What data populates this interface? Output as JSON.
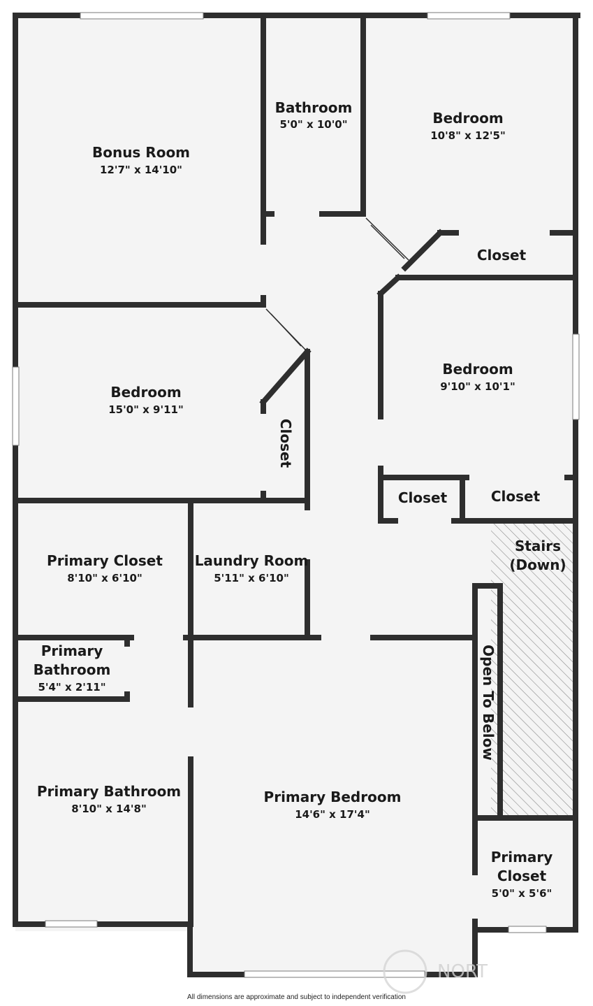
{
  "colors": {
    "wall": "#2e2e2e",
    "floor": "#f4f4f4",
    "window": "#ffffff",
    "hatch": "#8a8a8a",
    "watermark": "#d0d0d0"
  },
  "rooms": [
    {
      "id": "bonus-room",
      "name": [
        "Bonus Room"
      ],
      "dims": "12'7\" x 14'10\""
    },
    {
      "id": "bathroom-upper",
      "name": [
        "Bathroom"
      ],
      "dims": "5'0\" x 10'0\""
    },
    {
      "id": "bedroom-upper-right",
      "name": [
        "Bedroom"
      ],
      "dims": "10'8\" x 12'5\""
    },
    {
      "id": "closet-upper-right",
      "name": [
        "Closet"
      ],
      "dims": ""
    },
    {
      "id": "bedroom-left",
      "name": [
        "Bedroom"
      ],
      "dims": "15'0\" x 9'11\""
    },
    {
      "id": "closet-left",
      "name": [
        "Closet"
      ],
      "dims": ""
    },
    {
      "id": "bedroom-right",
      "name": [
        "Bedroom"
      ],
      "dims": "9'10\" x 10'1\""
    },
    {
      "id": "closet-small-left",
      "name": [
        "Closet"
      ],
      "dims": ""
    },
    {
      "id": "closet-small-right",
      "name": [
        "Closet"
      ],
      "dims": ""
    },
    {
      "id": "primary-closet-upper",
      "name": [
        "Primary Closet"
      ],
      "dims": "8'10\" x 6'10\""
    },
    {
      "id": "laundry-room",
      "name": [
        "Laundry Room"
      ],
      "dims": "5'11\" x 6'10\""
    },
    {
      "id": "stairs",
      "name": [
        "Stairs",
        "(Down)"
      ],
      "dims": ""
    },
    {
      "id": "primary-bathroom-small",
      "name": [
        "Primary",
        "Bathroom"
      ],
      "dims": "5'4\" x 2'11\""
    },
    {
      "id": "open-to-below",
      "name": [
        "Open To Below"
      ],
      "dims": ""
    },
    {
      "id": "primary-bathroom",
      "name": [
        "Primary Bathroom"
      ],
      "dims": "8'10\" x 14'8\""
    },
    {
      "id": "primary-bedroom",
      "name": [
        "Primary Bedroom"
      ],
      "dims": "14'6\" x 17'4\""
    },
    {
      "id": "primary-closet-lower",
      "name": [
        "Primary",
        "Closet"
      ],
      "dims": "5'0\" x 5'6\""
    }
  ],
  "watermark": {
    "icon": "nwmls-logo-icon",
    "text": "NORT"
  },
  "disclaimer": "All dimensions are approximate and subject to independent verification"
}
